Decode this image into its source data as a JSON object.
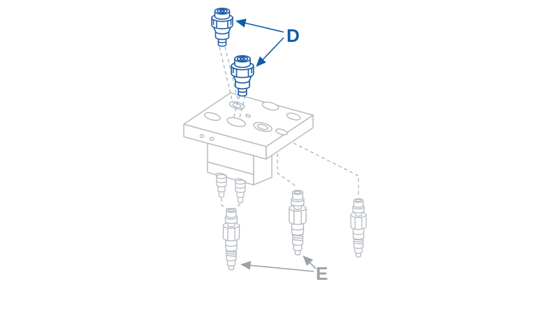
{
  "diagram": {
    "type": "exploded-parts-diagram",
    "labels": {
      "d": "D",
      "e": "E"
    },
    "colors": {
      "highlight_part": "#1f5fa8",
      "label_d": "#0e5ca8",
      "neutral_part": "#b7bcc2",
      "label_e": "#9ba1a7",
      "dashed_blue": "#93a9c4",
      "dashed_gray": "#a6abb1",
      "background": "#ffffff"
    },
    "components": [
      {
        "name": "quick-coupling-upper",
        "callout": "D"
      },
      {
        "name": "quick-coupling-lower",
        "callout": "D"
      },
      {
        "name": "manifold-block",
        "callout": ""
      },
      {
        "name": "cartridge-valve-left",
        "callout": "E"
      },
      {
        "name": "cartridge-valve-middle",
        "callout": "E"
      },
      {
        "name": "cartridge-valve-right",
        "callout": ""
      }
    ]
  }
}
